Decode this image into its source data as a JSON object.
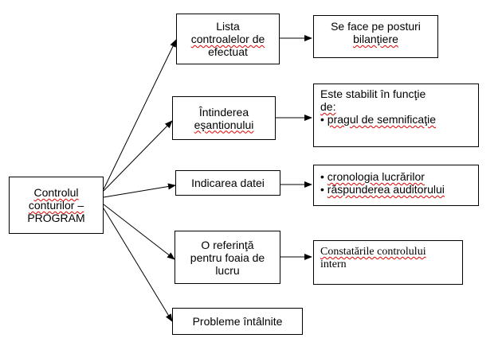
{
  "root": {
    "line1": "Controlul",
    "line2": "conturilor –",
    "line3": "PROGRAM"
  },
  "branches": [
    {
      "lines": [
        "Lista",
        "controalelor de",
        "efectuat"
      ]
    },
    {
      "lines": [
        "Întinderea",
        "eşantionului"
      ]
    },
    {
      "lines": [
        "Indicarea datei"
      ]
    },
    {
      "lines": [
        "O referinţă",
        "pentru foaia de",
        "lucru"
      ]
    },
    {
      "lines": [
        "Probleme întâlnite"
      ]
    }
  ],
  "details": [
    {
      "lines": [
        "Se face pe posturi",
        "bilanţiere"
      ]
    },
    {
      "intro": [
        "Este stabilit în funcţie",
        "de:"
      ],
      "bullets": [
        "pragul de semnificaţie"
      ]
    },
    {
      "bullets": [
        "cronologia lucrărilor",
        "răspunderea auditorului"
      ]
    },
    {
      "lines": [
        "Constatările controlului",
        "intern"
      ]
    }
  ]
}
